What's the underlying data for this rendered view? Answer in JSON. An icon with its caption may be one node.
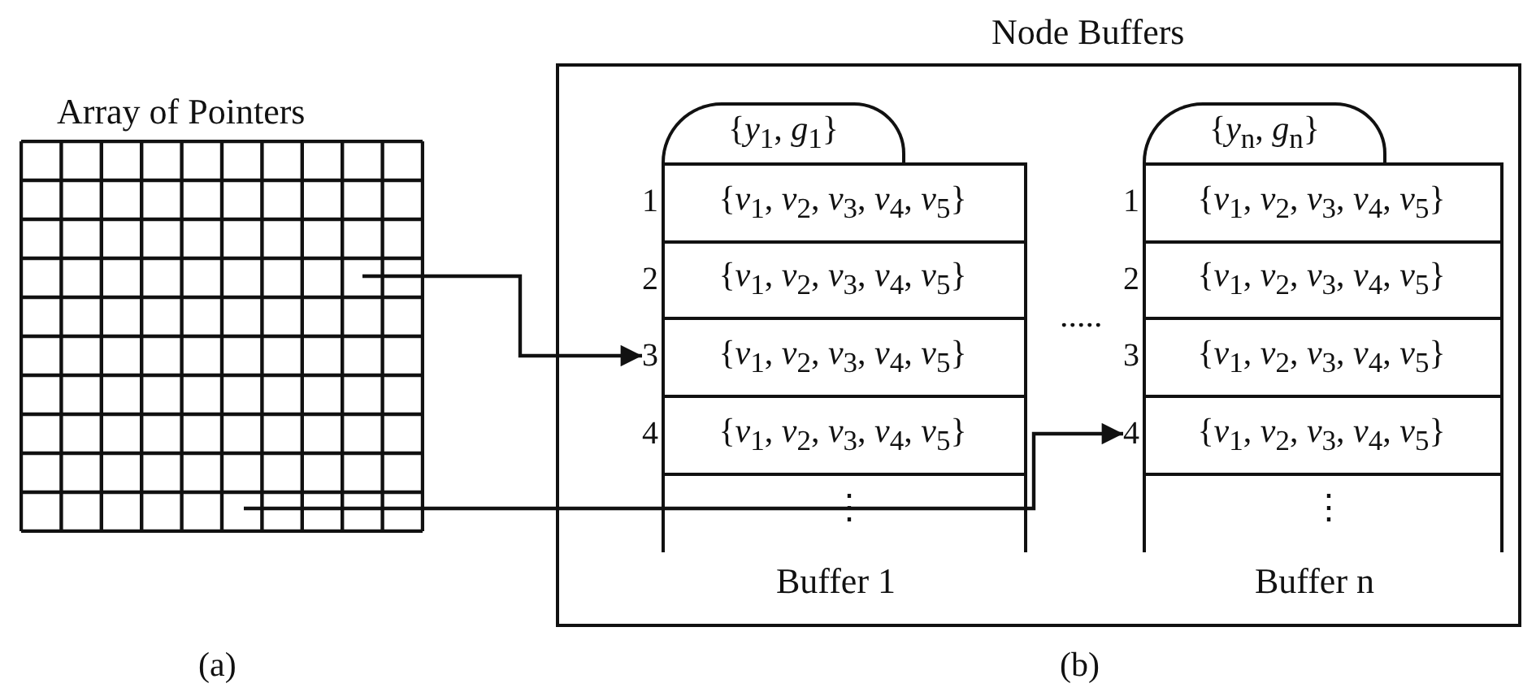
{
  "diagram": {
    "nodes": [
      {
        "text": [
          "Array of Pointers"
        ]
      },
      {
        "text": [
          "Node Buffers"
        ]
      },
      {
        "text": [
          "Buffer 1"
        ],
        "in": 1
      },
      {
        "text": [
          "{*y*$_{1}$, *g*$_{1}$}"
        ],
        "in": 2
      },
      {
        "text": [
          "{*v*$_{1}$, *v*$_{2}$, *v*$_{3}$, *v*$_{4}$, *v*$_{5}$}"
        ],
        "in": 2,
        "beside": [
          "1"
        ]
      },
      {
        "text": [
          "{*v*$_{1}$, *v*$_{2}$, *v*$_{3}$, *v*$_{4}$, *v*$_{5}$}"
        ],
        "in": 2,
        "beside": [
          "2"
        ]
      },
      {
        "text": [
          "{*v*$_{1}$, *v*$_{2}$, *v*$_{3}$, *v*$_{4}$, *v*$_{5}$}"
        ],
        "in": 2,
        "beside": [
          "3"
        ]
      },
      {
        "text": [
          "{*v*$_{1}$, *v*$_{2}$, *v*$_{3}$, *v*$_{4}$, *v*$_{5}$}"
        ],
        "in": 2,
        "beside": [
          "4"
        ]
      },
      {
        "text": [
          "Buffer n"
        ],
        "in": 1
      },
      {
        "text": [
          "{*y*$_{n}$, *g*$_{n}$}"
        ],
        "in": 8
      },
      {
        "text": [
          "{*v*$_{1}$, *v*$_{2}$, *v*$_{3}$, *v*$_{4}$, *v*$_{5}$}"
        ],
        "in": 8,
        "beside": [
          "1"
        ]
      },
      {
        "text": [
          "{*v*$_{1}$, *v*$_{2}$, *v*$_{3}$, *v*$_{4}$, *v*$_{5}$}"
        ],
        "in": 8,
        "beside": [
          "2"
        ]
      },
      {
        "text": [
          "{*v*$_{1}$, *v*$_{2}$, *v*$_{3}$, *v*$_{4}$, *v*$_{5}$}"
        ],
        "in": 8,
        "beside": [
          "3"
        ]
      },
      {
        "text": [
          "{*v*$_{1}$, *v*$_{2}$, *v*$_{3}$, *v*$_{4}$, *v*$_{5}$}"
        ],
        "in": 8,
        "beside": [
          "4"
        ]
      }
    ],
    "edges": [
      {
        "from": 0,
        "to": 6,
        "arrow": "to"
      },
      {
        "from": 0,
        "to": 13,
        "arrow": "to"
      }
    ],
    "labels": [
      ".....",
      "⋮",
      "⋮",
      "(a)",
      "(b)"
    ]
  }
}
